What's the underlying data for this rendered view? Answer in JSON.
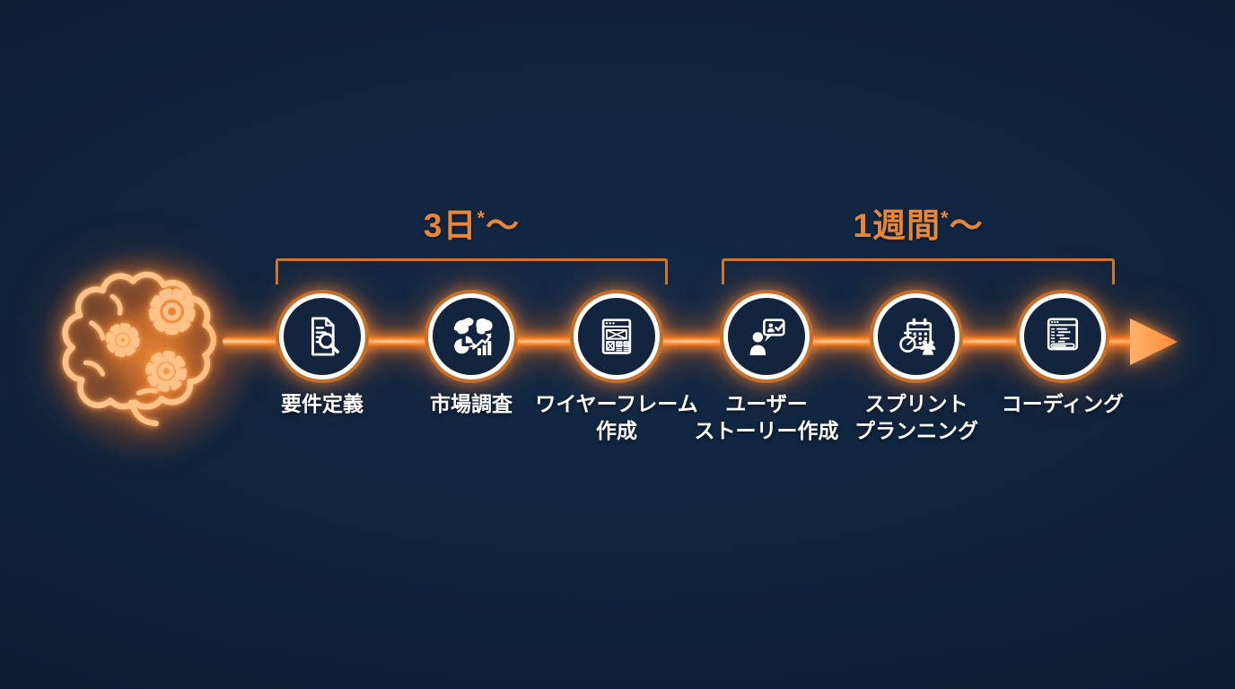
{
  "colors": {
    "background": "#0e2138",
    "accent_orange": "#e8873c",
    "timeline_orange": "#f58a33",
    "neon_brain": "#ffc289",
    "text_white": "#ffffff",
    "node_fill": "#13243e"
  },
  "brain": {
    "icon": "brain-gears-icon"
  },
  "timeline": {
    "arrow_icon": "arrow-right-icon"
  },
  "phases": [
    {
      "duration_value": "3日",
      "duration_mark": "*",
      "duration_tilde": "〜"
    },
    {
      "duration_value": "1週間",
      "duration_mark": "*",
      "duration_tilde": "〜"
    }
  ],
  "steps": [
    {
      "icon": "document-search-icon",
      "label_line1": "要件定義",
      "label_line2": ""
    },
    {
      "icon": "market-research-icon",
      "label_line1": "市場調査",
      "label_line2": ""
    },
    {
      "icon": "wireframe-icon",
      "label_line1": "ワイヤーフレーム",
      "label_line2": "作成"
    },
    {
      "icon": "user-story-icon",
      "label_line1": "ユーザー",
      "label_line2": "ストーリー作成"
    },
    {
      "icon": "sprint-planning-icon",
      "label_line1": "スプリント",
      "label_line2": "プランニング"
    },
    {
      "icon": "coding-icon",
      "label_line1": "コーディング",
      "label_line2": ""
    }
  ]
}
